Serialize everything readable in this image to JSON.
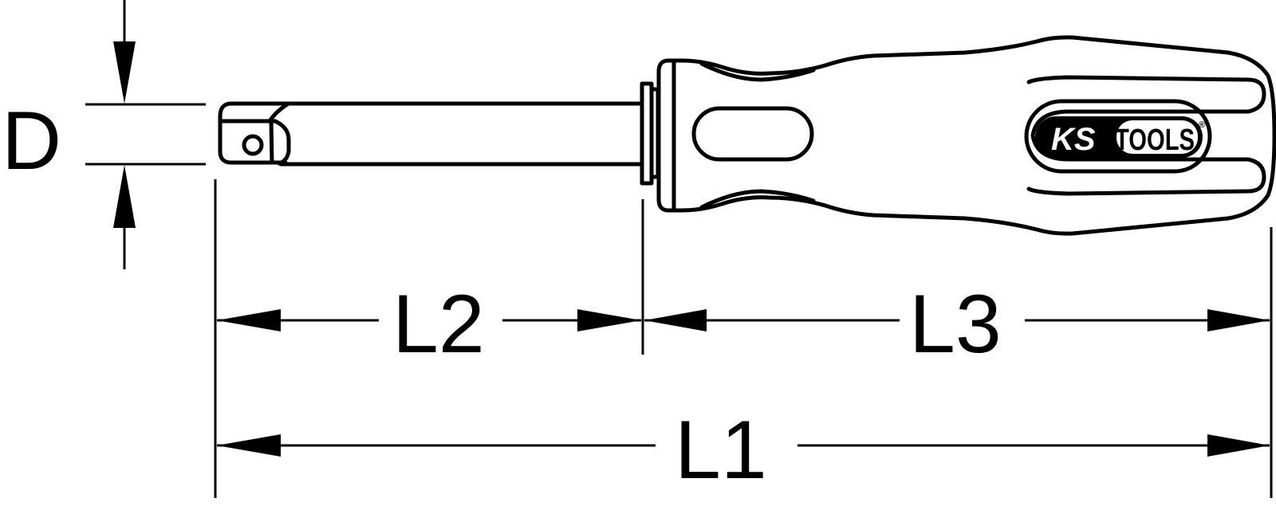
{
  "diagram": {
    "type": "technical-dimension-drawing",
    "subject": "screwdriver-handle drive extension",
    "colors": {
      "line": "#000000",
      "background": "#ffffff"
    },
    "dimensions": {
      "diameter": {
        "label": "D"
      },
      "total_length": {
        "label": "L1"
      },
      "shaft_length": {
        "label": "L2"
      },
      "handle_length": {
        "label": "L3"
      }
    },
    "logo": {
      "brand_left": "KS",
      "brand_right": "TOOLS",
      "registered_mark": "®"
    }
  }
}
